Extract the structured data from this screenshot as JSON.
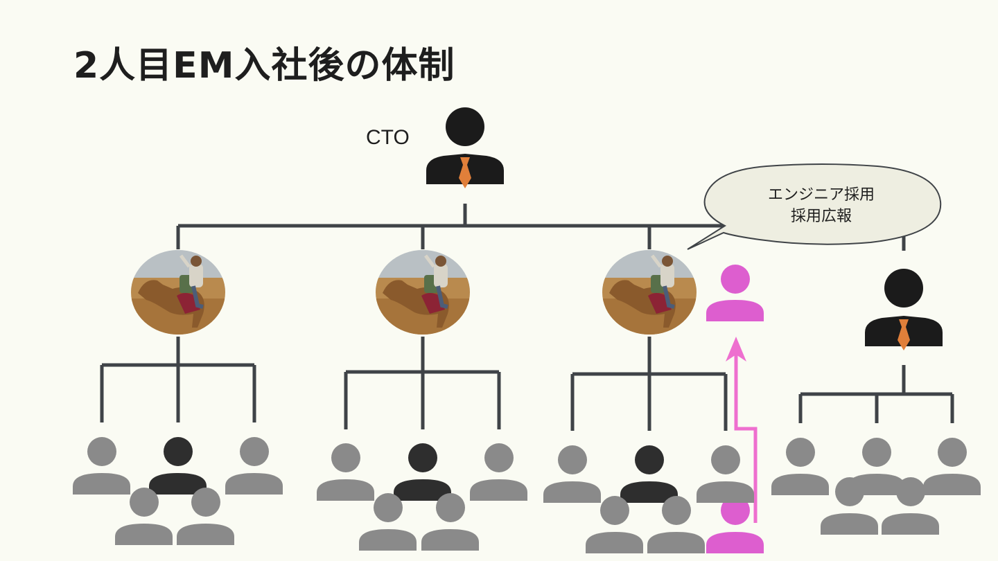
{
  "slide": {
    "title": "2人目EM入社後の体制"
  },
  "org_chart": {
    "cto_label": "CTO",
    "speech_bubble": {
      "lines": [
        "エンジニア採用",
        "採用広報"
      ]
    },
    "colors": {
      "background": "#fafbf3",
      "line": "#3f4347",
      "leader": "#1b1b1b",
      "tie": "#e07f3a",
      "member_gray": "#8a8a8a",
      "member_dark": "#2e2e2e",
      "new_hire": "#dd5ecf",
      "new_hire_arrow": "#ee6fcf",
      "bubble_fill": "#eeeee1"
    }
  }
}
